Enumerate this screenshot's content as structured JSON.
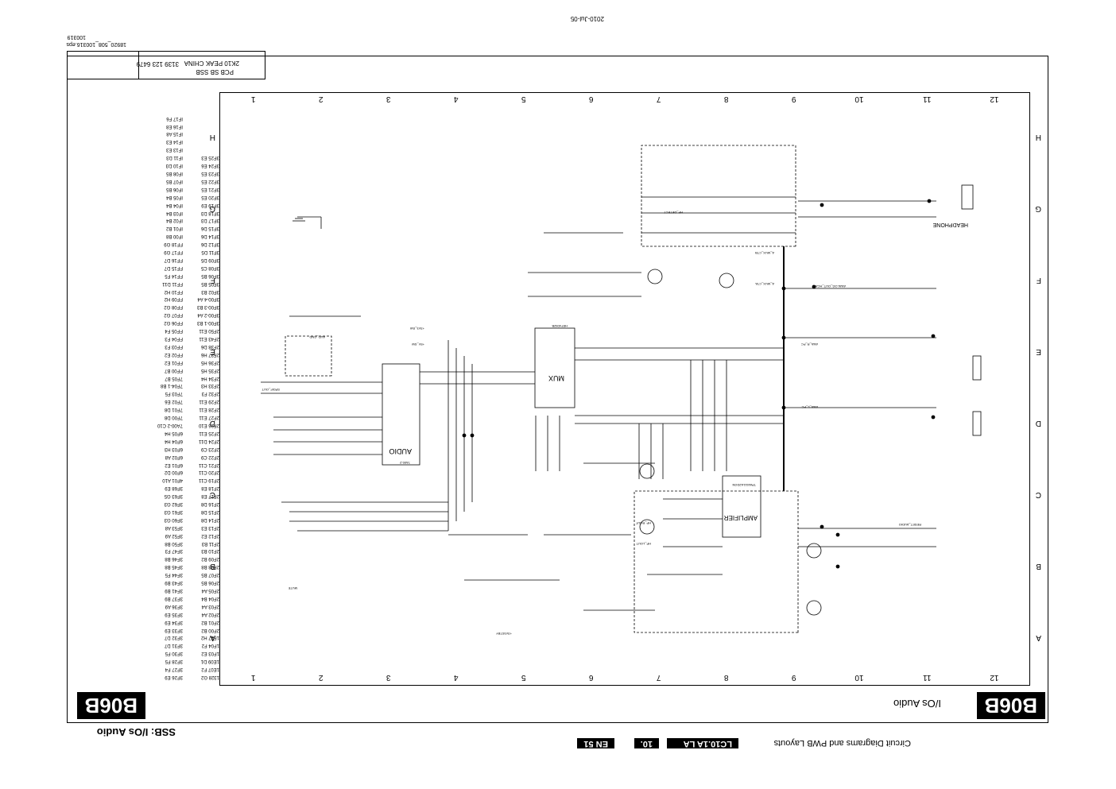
{
  "header": {
    "left_title": "Circuit Diagrams and PWB Layouts",
    "model": "LC10.1A LA",
    "chapter": "10.",
    "page": "EN 51",
    "sheet_title": "SSB: I/Os Audio"
  },
  "sheet": {
    "code": "B06B",
    "subtitle": "I/Os Audio"
  },
  "grid": {
    "columns": [
      "1",
      "2",
      "3",
      "4",
      "5",
      "6",
      "7",
      "8",
      "9",
      "10",
      "11",
      "12"
    ],
    "rows": [
      "A",
      "B",
      "C",
      "D",
      "E",
      "F",
      "G",
      "H"
    ]
  },
  "title_block": {
    "pcb": "PCB SB SSB",
    "factory": "2K10 PEAK CHINA",
    "number": "3139 123 6479",
    "file": "18920_508_100316.eps",
    "file_date": "100319",
    "date_stamp": "2010-Jul-05"
  },
  "blocks": {
    "amplifier": "AMPLIFIER",
    "amp_chip": "TPA6111A2DGN",
    "mux": "MUX",
    "mux_chip": "HEF4052B",
    "audio": "AUDIO",
    "audio_chip": "7A00-2",
    "headphone": "HEADPHONE"
  },
  "nets": [
    "AUD_GND",
    "SPDIF_OUT",
    "HP_ROUT",
    "HP_LOUT",
    "RESET_AUDIO",
    "MUTE",
    "A_MUX_CTB",
    "A_MUX_CTA",
    "+3V3_SW",
    "+5V_SW",
    "+3V3STBY",
    "ANALOG_OUT_HCA",
    "ANA_R_PC",
    "ANA_L_PC",
    "HP_DETECT"
  ],
  "refs_col1": [
    "1328 G2",
    "1E07 F2",
    "1E09 D1",
    "1F03 E2",
    "1F04 F2",
    "1F17 H2",
    "2F00 B2",
    "2F01 B2",
    "2F02 A4",
    "2F03 A4",
    "2F04 B4",
    "2F05 A4",
    "2F06 B5",
    "2F07 B5",
    "2F08 B8",
    "2F09 B2",
    "2F10 B3",
    "2F11 B3",
    "2F12 E2",
    "2F13 E3",
    "2F14 D8",
    "2F15 D8",
    "2F16 D8",
    "2F17 E8",
    "2F18 E8",
    "2F19 C11",
    "2F20 C11",
    "2F21 C11",
    "2F22 C9",
    "2F23 C9",
    "2F24 D11",
    "2F25 E11",
    "2F26 E10",
    "2F27 E11",
    "2F28 E11",
    "2F29 E11",
    "2F32 F3",
    "2F33 H3",
    "2F34 H4",
    "2F35 H5",
    "2F36 H5",
    "2F37 H6",
    "2F38 D6",
    "2F43 E11",
    "2F50 E11",
    "3F00-1 B3",
    "3F00-2 A4",
    "3F00-3 B3",
    "3F00-4 A4",
    "3F02 B3",
    "3F05 B5",
    "3F06 B5",
    "3F08 C5",
    "3F09 D5",
    "3F11 D5",
    "3F12 D6",
    "3F14 D6",
    "3F15 D6",
    "3F17 D3",
    "3F18 D3",
    "3F19 E9",
    "3F20 E5",
    "3F21 E5",
    "3F22 E5",
    "3F23 E5",
    "3F24 E6",
    "3F25 E3"
  ],
  "refs_col2": [
    "3F26 E9",
    "3F27 F4",
    "3F28 F5",
    "3F30 F5",
    "3F31 D7",
    "3F32 D7",
    "3F33 E9",
    "3F34 E9",
    "3F35 E9",
    "3F36 A9",
    "3F37 B9",
    "3F41 B9",
    "3F43 B9",
    "3F44 F5",
    "3F45 B8",
    "3F46 B8",
    "3F47 F3",
    "3F50 B8",
    "3F52 A9",
    "3F53 A8",
    "3F60 G3",
    "3F61 G3",
    "3F62 G3",
    "3F63 G5",
    "3F68 E9",
    "4F01 A10",
    "6F00 D2",
    "6F01 E2",
    "6F02 A8",
    "6F03 H3",
    "6F04 H4",
    "6F05 H4",
    "7A00-2 C10",
    "7F00 D8",
    "7F01 D8",
    "7F02 E6",
    "7F03 F5",
    "7F04-1 B8",
    "7F05 B7",
    "FF00 B7",
    "FF01 E2",
    "FF02 E2",
    "FF03 F3",
    "FF04 F3",
    "FF05 F4",
    "FF06 G2",
    "FF07 G2",
    "FF08 G2",
    "FF09 H2",
    "FF10 H2",
    "FF11 D11",
    "FF14 F5",
    "FF15 D7",
    "FF16 D7",
    "FF17 G9",
    "FF18 G9",
    "IF00 B8",
    "IF01 B2",
    "IF02 B4",
    "IF03 B4",
    "IF04 B4",
    "IF05 B4",
    "IF06 B5",
    "IF07 B5",
    "IF08 B5",
    "IF10 D3",
    "IF11 D3",
    "IF13 E3",
    "IF14 E3",
    "IF15 A8",
    "IF16 E8",
    "IF17 F6"
  ]
}
